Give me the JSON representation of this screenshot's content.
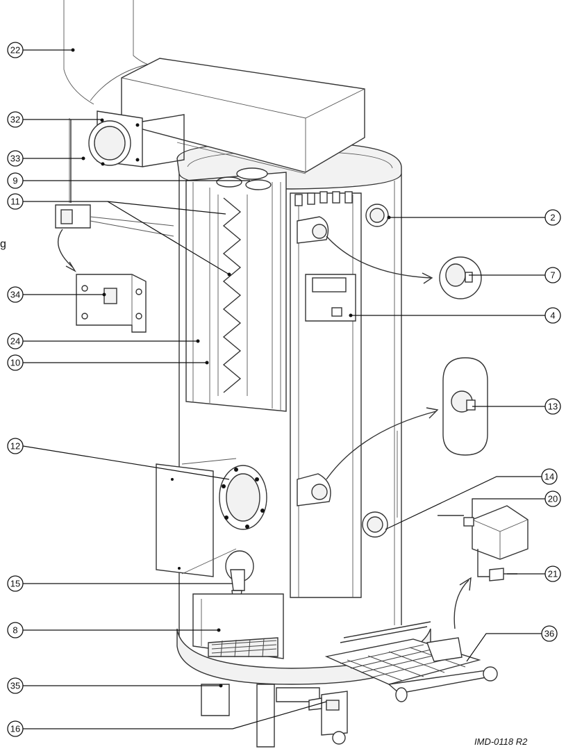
{
  "figure": {
    "reference": "IMD-0118 R2",
    "edge_char": "g"
  },
  "callouts": [
    {
      "id": "c22",
      "label": "22"
    },
    {
      "id": "c32",
      "label": "32"
    },
    {
      "id": "c33",
      "label": "33"
    },
    {
      "id": "c9",
      "label": "9"
    },
    {
      "id": "c11",
      "label": "11"
    },
    {
      "id": "c34",
      "label": "34"
    },
    {
      "id": "c24",
      "label": "24"
    },
    {
      "id": "c10",
      "label": "10"
    },
    {
      "id": "c12",
      "label": "12"
    },
    {
      "id": "c15",
      "label": "15"
    },
    {
      "id": "c8",
      "label": "8"
    },
    {
      "id": "c35",
      "label": "35"
    },
    {
      "id": "c16",
      "label": "16"
    },
    {
      "id": "c2",
      "label": "2"
    },
    {
      "id": "c7",
      "label": "7"
    },
    {
      "id": "c4",
      "label": "4"
    },
    {
      "id": "c13",
      "label": "13"
    },
    {
      "id": "c14",
      "label": "14"
    },
    {
      "id": "c20",
      "label": "20"
    },
    {
      "id": "c21",
      "label": "21"
    },
    {
      "id": "c36",
      "label": "36"
    }
  ]
}
